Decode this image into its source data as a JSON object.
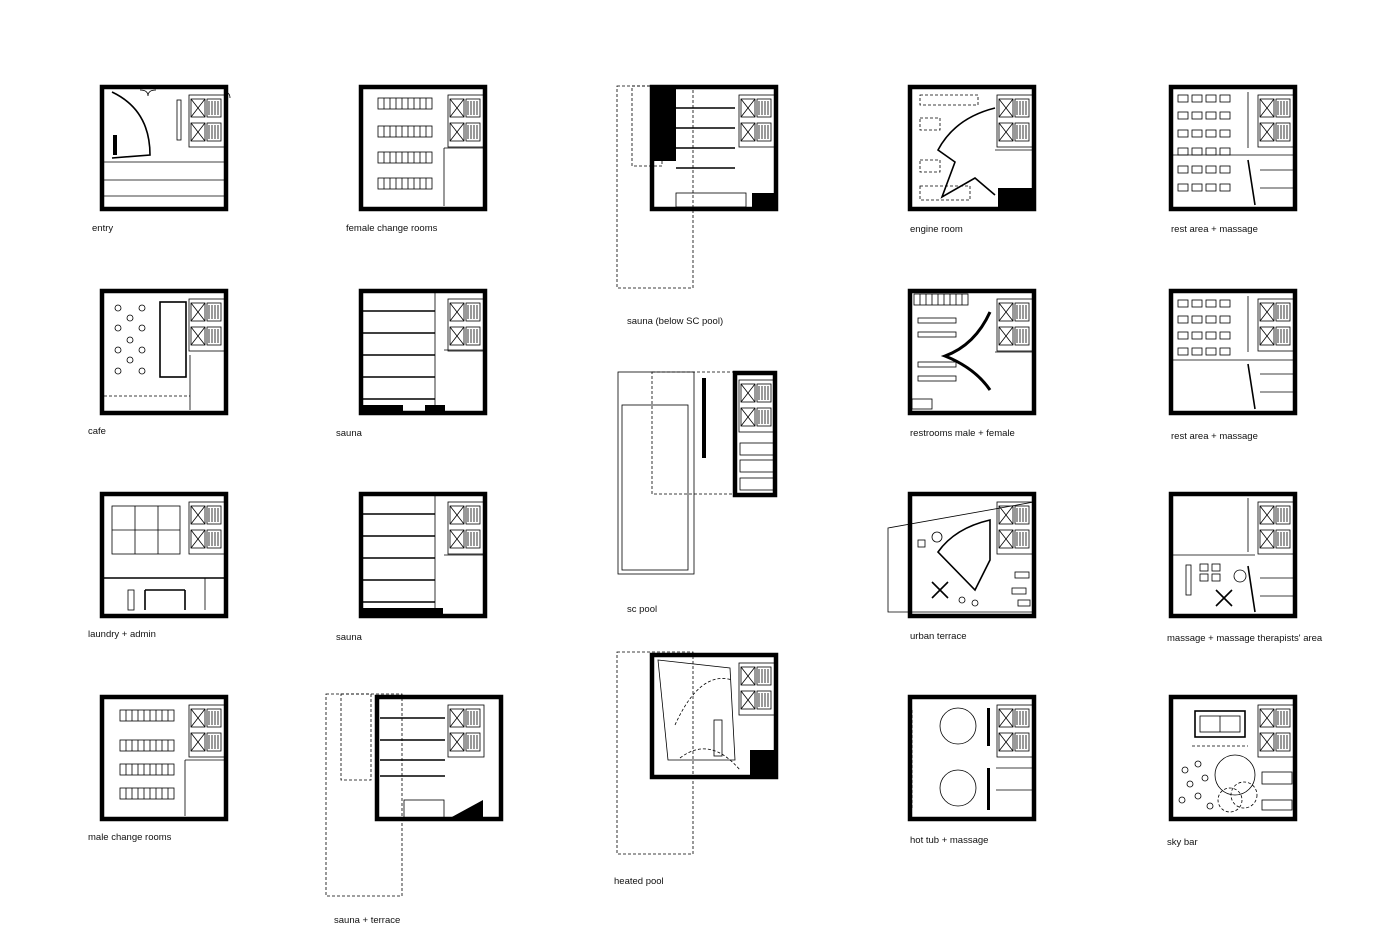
{
  "plans": [
    {
      "id": "entry",
      "label": "entry"
    },
    {
      "id": "cafe",
      "label": "cafe"
    },
    {
      "id": "laundry-admin",
      "label": "laundry + admin"
    },
    {
      "id": "male-change-rooms",
      "label": "male change rooms"
    },
    {
      "id": "female-change-rooms",
      "label": "female change rooms"
    },
    {
      "id": "sauna-1",
      "label": "sauna"
    },
    {
      "id": "sauna-2",
      "label": "sauna"
    },
    {
      "id": "sauna-terrace",
      "label": "sauna + terrace"
    },
    {
      "id": "sauna-below-sc-pool",
      "label": "sauna (below SC pool)"
    },
    {
      "id": "sc-pool",
      "label": "sc pool"
    },
    {
      "id": "heated-pool",
      "label": "heated pool"
    },
    {
      "id": "engine-room",
      "label": "engine room"
    },
    {
      "id": "restrooms",
      "label": "restrooms male + female"
    },
    {
      "id": "urban-terrace",
      "label": "urban terrace"
    },
    {
      "id": "hot-tub-massage",
      "label": "hot tub + massage"
    },
    {
      "id": "rest-area-massage-1",
      "label": "rest area + massage"
    },
    {
      "id": "rest-area-massage-2",
      "label": "rest area + massage"
    },
    {
      "id": "massage-therapists",
      "label": "massage + massage therapists' area"
    },
    {
      "id": "sky-bar",
      "label": "sky bar"
    }
  ]
}
